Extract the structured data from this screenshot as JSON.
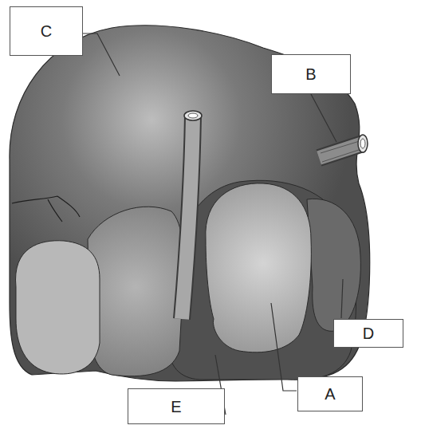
{
  "diagram": {
    "nodes": [
      {
        "text": [
          "C"
        ]
      },
      {
        "text": [
          "B"
        ]
      },
      {
        "text": [
          "D"
        ]
      },
      {
        "text": [
          "E"
        ]
      },
      {
        "text": [
          "A"
        ]
      }
    ]
  }
}
